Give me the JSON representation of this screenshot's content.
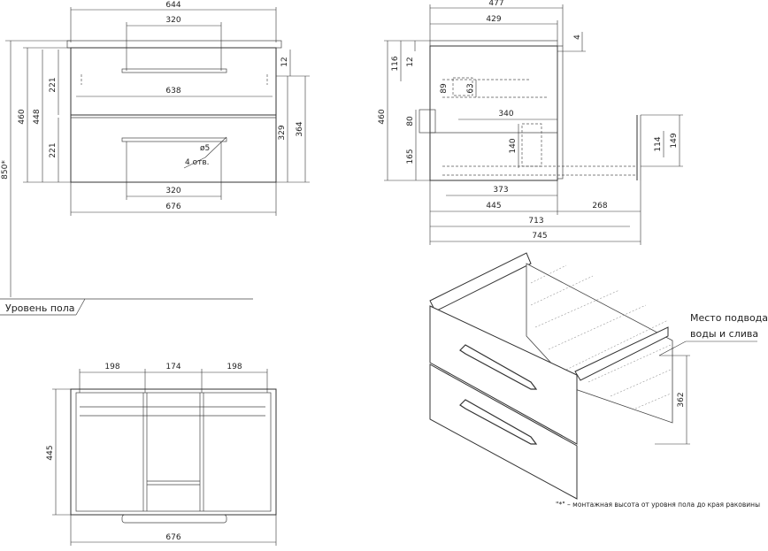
{
  "front": {
    "top_width": "644",
    "handle_top": "320",
    "handle_inner": "638",
    "handle_bottom": "320",
    "total_width": "676",
    "h460": "460",
    "h448": "448",
    "h221a": "221",
    "h221b": "221",
    "h12": "12",
    "h329": "329",
    "h364": "364",
    "hole_d": "ø5",
    "hole_n": "4 отв."
  },
  "floor": {
    "height": "850*",
    "label": "Уровень пола"
  },
  "side": {
    "w477": "477",
    "w429": "429",
    "w340": "340",
    "w373": "373",
    "w445": "445",
    "w268": "268",
    "w713": "713",
    "w745": "745",
    "h460": "460",
    "h116": "116",
    "h12": "12",
    "h4": "4",
    "h89": "89",
    "h63": "63",
    "h80": "80",
    "h165": "165",
    "h140": "140",
    "h114": "114",
    "h149": "149"
  },
  "top": {
    "w198a": "198",
    "w174": "174",
    "w198b": "198",
    "w676": "676",
    "d445": "445"
  },
  "iso": {
    "note_line1": "Место подвода",
    "note_line2": "воды и слива",
    "h362": "362"
  },
  "footnote": "\"*\" – монтажная высота от уровня пола до края раковины"
}
